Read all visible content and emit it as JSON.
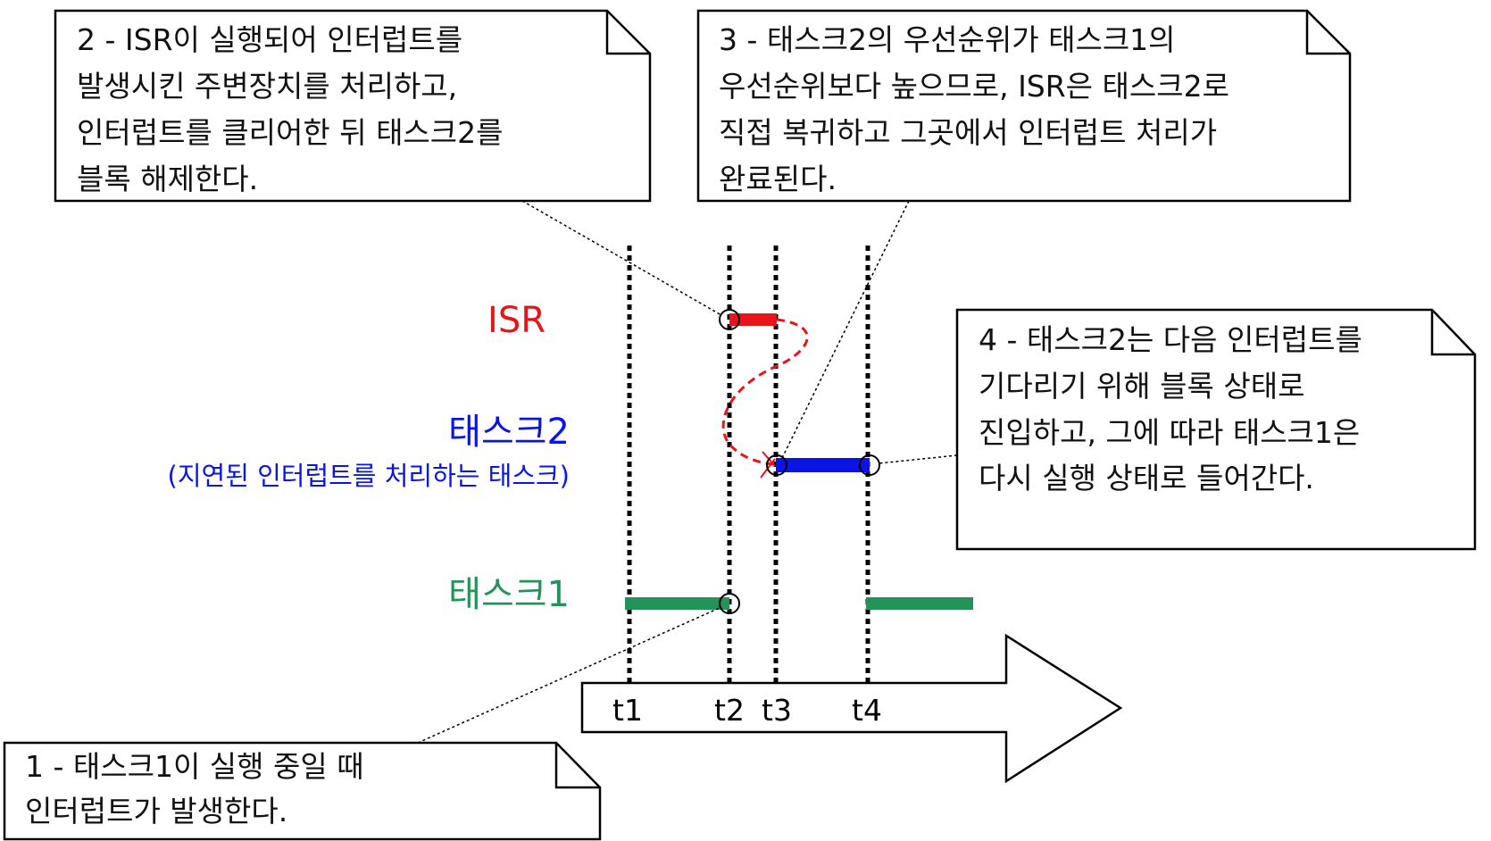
{
  "colors": {
    "isr": "#e8141a",
    "task2": "#0a14e6",
    "task1": "#23935a",
    "ink": "#000000",
    "paper": "#ffffff"
  },
  "lanes": {
    "isr": "ISR",
    "task2": "태스크2",
    "task2_sub": "(지연된 인터럽트를 처리하는 태스크)",
    "task1": "태스크1"
  },
  "ticks": [
    "t1",
    "t2",
    "t3",
    "t4"
  ],
  "notes": {
    "n1": [
      "1 - 태스크1이 실행 중일 때",
      "인터럽트가 발생한다."
    ],
    "n2": [
      "2 - ISR이 실행되어 인터럽트를",
      "발생시킨 주변장치를 처리하고,",
      "인터럽트를 클리어한 뒤 태스크2를",
      "블록 해제한다."
    ],
    "n3": [
      "3 - 태스크2의 우선순위가 태스크1의",
      "우선순위보다 높으므로, ISR은 태스크2로",
      "직접 복귀하고 그곳에서 인터럽트 처리가",
      "완료된다."
    ],
    "n4": [
      "4 - 태스크2는 다음 인터럽트를",
      "기다리기 위해 블록 상태로",
      "진입하고, 그에 따라 태스크1은",
      "다시 실행 상태로 들어간다."
    ]
  }
}
